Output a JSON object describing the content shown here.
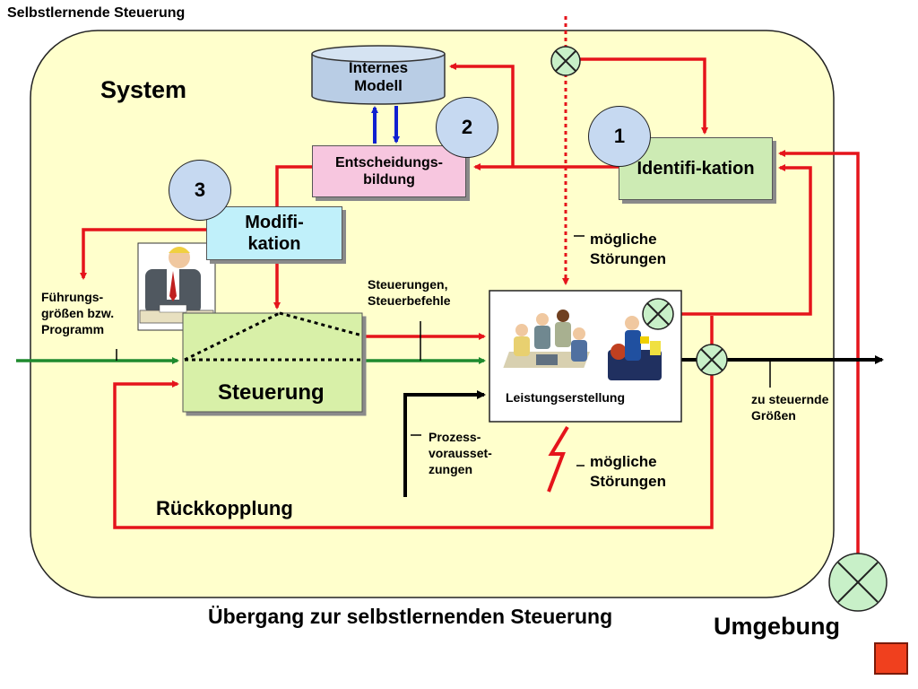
{
  "slide": {
    "header": "Selbstlernende Steuerung",
    "system_label": "System",
    "environment_label": "Umgebung",
    "caption": "Übergang zur selbstlernenden Steuerung"
  },
  "blocks": {
    "internal_model": "Internes Modell",
    "decision": "Entscheidungs-bildung",
    "identification": "Identifi-kation",
    "modification": "Modifi-kation",
    "control": "Steuerung",
    "production": "Leistungserstellung"
  },
  "markers": [
    "1",
    "2",
    "3"
  ],
  "labels": {
    "reference_values": "Führungs-größen bzw. Programm",
    "control_commands": "Steuerungen, Steuerbefehle",
    "disturbances_top": "mögliche Störungen",
    "disturbances_bottom": "mögliche Störungen",
    "process_prerequisites": "Prozess-vorausset-zungen",
    "controlled_values": "zu steuernde Größen",
    "feedback": "Rückkopplung"
  },
  "colors": {
    "system_fill": "#ffffcc",
    "flow_red": "#e5141b",
    "flow_green": "#1e8a2e",
    "flow_blue": "#1020d0",
    "marker_fill": "#c6d9f1",
    "decision_fill": "#f7c6df",
    "identification_fill": "#cdebb4",
    "modification_fill": "#c0f0fa",
    "control_fill": "#d8f0a8",
    "database_fill": "#b9cde5",
    "nav_button": "#f0401e"
  },
  "icons": [
    "database-icon",
    "manager-clipart-icon",
    "team-clipart-icon",
    "worker-clipart-icon",
    "lightning-icon",
    "sensor-x-icon"
  ]
}
